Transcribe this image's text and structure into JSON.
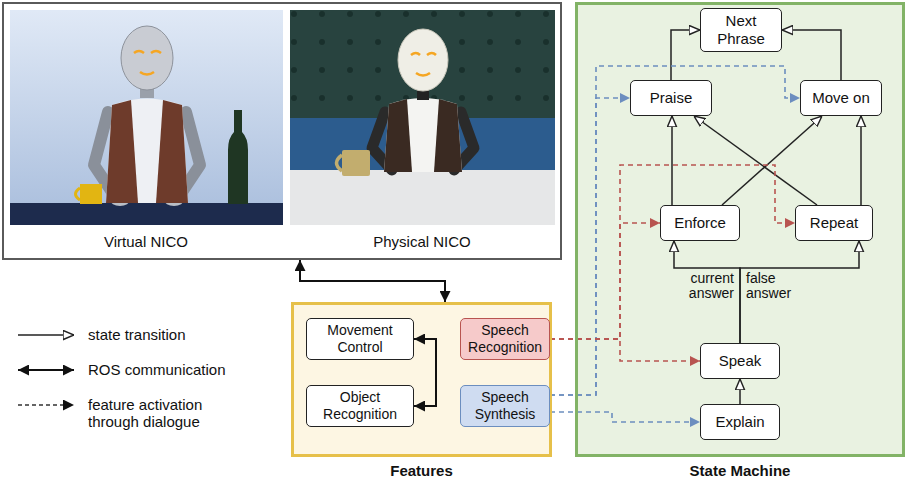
{
  "diagram": {
    "nodes": [
      {
        "text": [
          "Virtual NICO",
          "Physical NICO"
        ]
      },
      {
        "text": [
          "Features"
        ]
      },
      {
        "text": [
          "Movement Control"
        ],
        "in": 1
      },
      {
        "text": [
          "Object Recognition"
        ],
        "in": 1
      },
      {
        "text": [
          "Speech Recognition"
        ],
        "in": 1
      },
      {
        "text": [
          "Speech Synthesis"
        ],
        "in": 1
      },
      {
        "text": [
          "State Machine"
        ]
      },
      {
        "text": [
          "Next Phrase"
        ],
        "in": 6
      },
      {
        "text": [
          "Praise"
        ],
        "in": 6
      },
      {
        "text": [
          "Move on"
        ],
        "in": 6
      },
      {
        "text": [
          "Enforce"
        ],
        "in": 6
      },
      {
        "text": [
          "Repeat"
        ],
        "in": 6
      },
      {
        "text": [
          "Speak"
        ],
        "in": 6
      },
      {
        "text": [
          "Explain"
        ],
        "in": 6
      }
    ],
    "edges": [
      {
        "from": 0,
        "to": 1,
        "arrow": "both"
      },
      {
        "from": 2,
        "to": 3,
        "arrow": "both"
      },
      {
        "from": 8,
        "to": 7,
        "arrow": "to"
      },
      {
        "from": 9,
        "to": 7,
        "arrow": "to"
      },
      {
        "from": 10,
        "to": 8,
        "arrow": "to"
      },
      {
        "from": 10,
        "to": 9,
        "arrow": "to"
      },
      {
        "from": 11,
        "to": 8,
        "arrow": "to"
      },
      {
        "from": 11,
        "to": 9,
        "arrow": "to"
      },
      {
        "from": 12,
        "to": 10,
        "label": "current answer",
        "arrow": "to"
      },
      {
        "from": 12,
        "to": 11,
        "label": "false answer",
        "arrow": "to"
      },
      {
        "from": 13,
        "to": 12,
        "arrow": "to"
      },
      {
        "from": 5,
        "to": 13,
        "arrow": "to"
      },
      {
        "from": 5,
        "to": 8,
        "arrow": "to"
      },
      {
        "from": 5,
        "to": 9,
        "arrow": "to"
      },
      {
        "from": 4,
        "to": 12,
        "arrow": "to"
      },
      {
        "from": 4,
        "to": 10,
        "arrow": "to"
      },
      {
        "from": 4,
        "to": 11,
        "arrow": "to"
      }
    ],
    "legend": [
      {
        "text": "state transition"
      },
      {
        "text": "ROS communication"
      },
      {
        "text": "feature activation through dialogue"
      }
    ]
  }
}
